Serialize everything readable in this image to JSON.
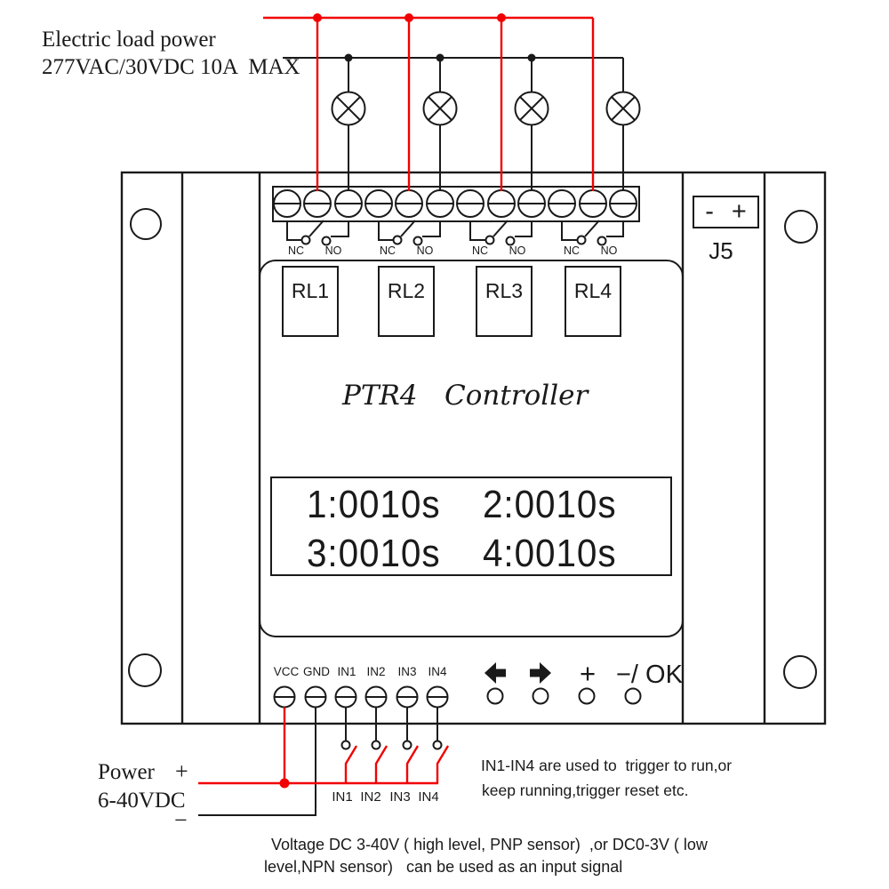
{
  "annotations": {
    "load_power": {
      "line1": "Electric load power",
      "line2": "277VAC/30VDC 10A  MAX"
    },
    "power_supply": {
      "name": "Power",
      "plus": "+",
      "voltage": "6-40VDC",
      "minus": "−"
    },
    "input_note": {
      "line1": "IN1-IN4 are used to  trigger to run,or",
      "line2": "keep running,trigger reset etc."
    },
    "voltage_note": {
      "line1": "Voltage DC 3-40V ( high level, PNP sensor)  ,or DC0-3V ( low",
      "line2": "level,NPN sensor)   can be used as an input signal"
    }
  },
  "device": {
    "title": {
      "model": "PTR4",
      "name": "Controller"
    },
    "relays": [
      "RL1",
      "RL2",
      "RL3",
      "RL4"
    ],
    "contact_labels": {
      "nc": "NC",
      "no": "NO"
    },
    "display": {
      "ch1": "1:0010s",
      "ch2": "2:0010s",
      "ch3": "3:0010s",
      "ch4": "4:0010s"
    },
    "terminals_bottom": [
      "VCC",
      "GND",
      "IN1",
      "IN2",
      "IN3",
      "IN4"
    ],
    "input_switch_labels": [
      "IN1",
      "IN2",
      "IN3",
      "IN4"
    ],
    "buttons": {
      "plus": "+",
      "minus_ok": "−/ OK"
    },
    "j5": {
      "label": "J5",
      "minus": "-",
      "plus": "+"
    }
  },
  "colors": {
    "wire_red": "#f10000",
    "line_black": "#1a1a1a"
  }
}
